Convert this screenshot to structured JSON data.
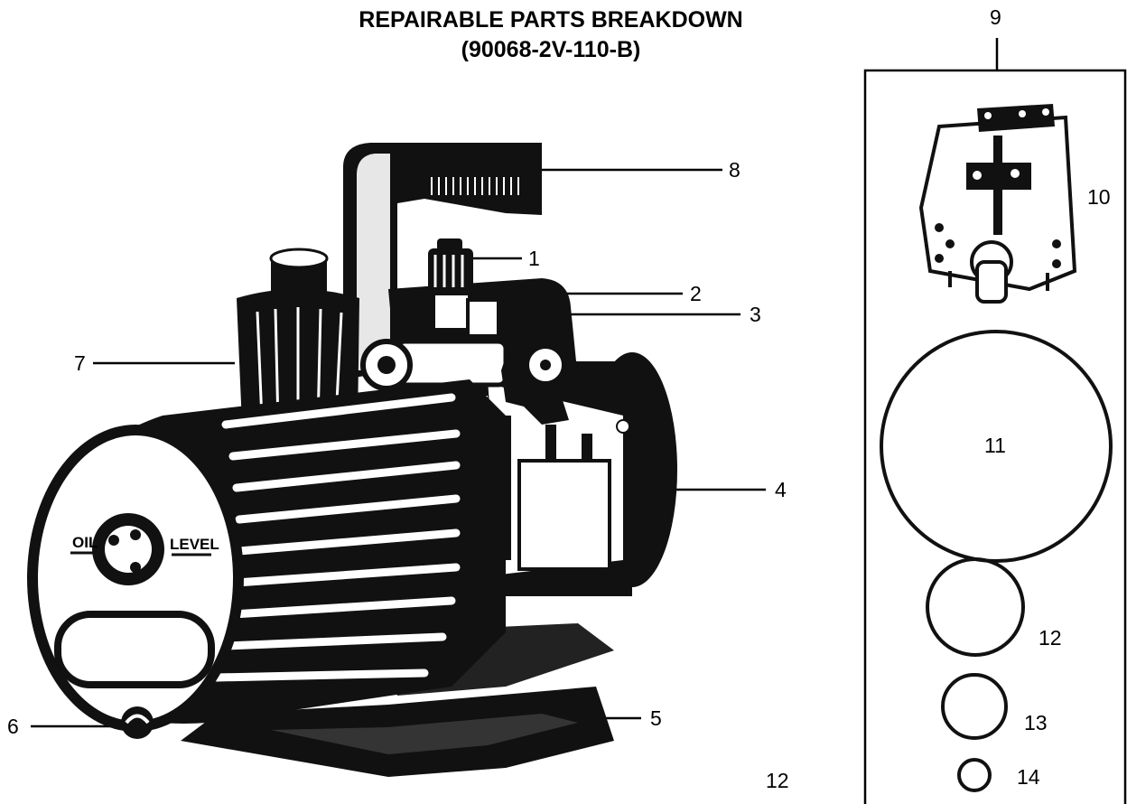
{
  "page": {
    "title_line1": "REPAIRABLE PARTS BREAKDOWN",
    "title_line2": "(90068-2V-110-B)",
    "page_number": "12"
  },
  "gauge_text": {
    "oil": "OIL",
    "level": "LEVEL"
  },
  "callouts": [
    {
      "number": "1",
      "part": "valve-cap"
    },
    {
      "number": "2",
      "part": "intake-fitting"
    },
    {
      "number": "3",
      "part": "isolation-valve"
    },
    {
      "number": "4",
      "part": "motor"
    },
    {
      "number": "5",
      "part": "base"
    },
    {
      "number": "6",
      "part": "drain-plug"
    },
    {
      "number": "7",
      "part": "exhaust-cap"
    },
    {
      "number": "8",
      "part": "handle"
    },
    {
      "number": "9",
      "part": "kit-box"
    },
    {
      "number": "10",
      "part": "pump-cartridge"
    },
    {
      "number": "11",
      "part": "large-o-ring"
    },
    {
      "number": "12",
      "part": "medium-o-ring"
    },
    {
      "number": "13",
      "part": "small-o-ring"
    },
    {
      "number": "14",
      "part": "tiny-o-ring"
    }
  ]
}
